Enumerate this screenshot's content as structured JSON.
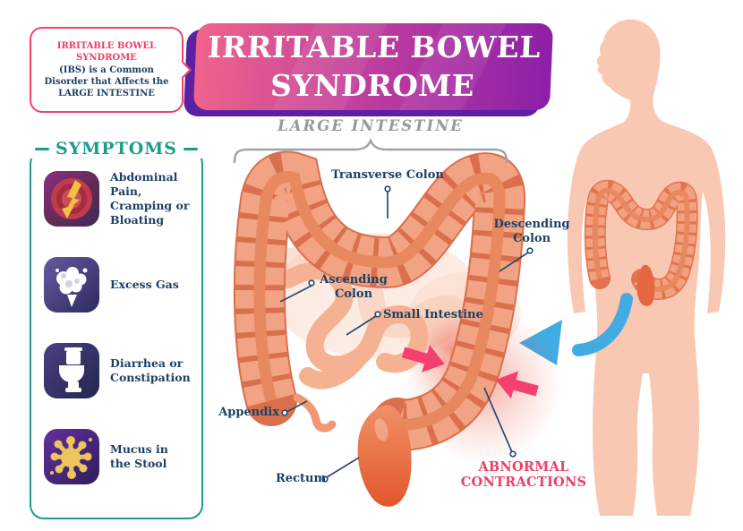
{
  "callout": {
    "title": "IRRITABLE BOWEL SYNDROME",
    "body": "(IBS) is a Common Disorder that Affects the LARGE INTESTINE"
  },
  "banner": {
    "title": "IRRITABLE BOWEL SYNDROME"
  },
  "symptoms": {
    "title": "SYMPTOMS",
    "items": [
      {
        "icon": "lightning-bolt-icon",
        "label": "Abdominal Pain, Cramping or Bloating"
      },
      {
        "icon": "gas-cloud-icon",
        "label": "Excess Gas"
      },
      {
        "icon": "toilet-icon",
        "label": "Diarrhea or Constipation"
      },
      {
        "icon": "mucus-splat-icon",
        "label": "Mucus in the Stool"
      }
    ]
  },
  "diagram": {
    "header": "LARGE INTESTINE",
    "labels": {
      "transverse": "Transverse Colon",
      "descending": "Descending Colon",
      "ascending": "Ascending Colon",
      "small_intestine": "Small Intestine",
      "appendix": "Appendix",
      "rectum": "Rectum",
      "abnormal_contractions": "ABNORMAL CONTRACTIONS"
    }
  },
  "colors": {
    "accent_pink": "#ee3e68",
    "accent_teal": "#1b9c8c",
    "navy_text": "#1d4064",
    "banner_gradient_start": "#f0648a",
    "banner_gradient_end": "#8b1fa8",
    "banner_shadow": "#5b21a2",
    "body_silhouette": "#f9c8b2",
    "intestine_segment": "#f2a383",
    "intestine_crease": "#d96f4c",
    "arrow_blue": "#42ace2",
    "glow_red": "#e9462b",
    "header_gray": "#97979d"
  }
}
